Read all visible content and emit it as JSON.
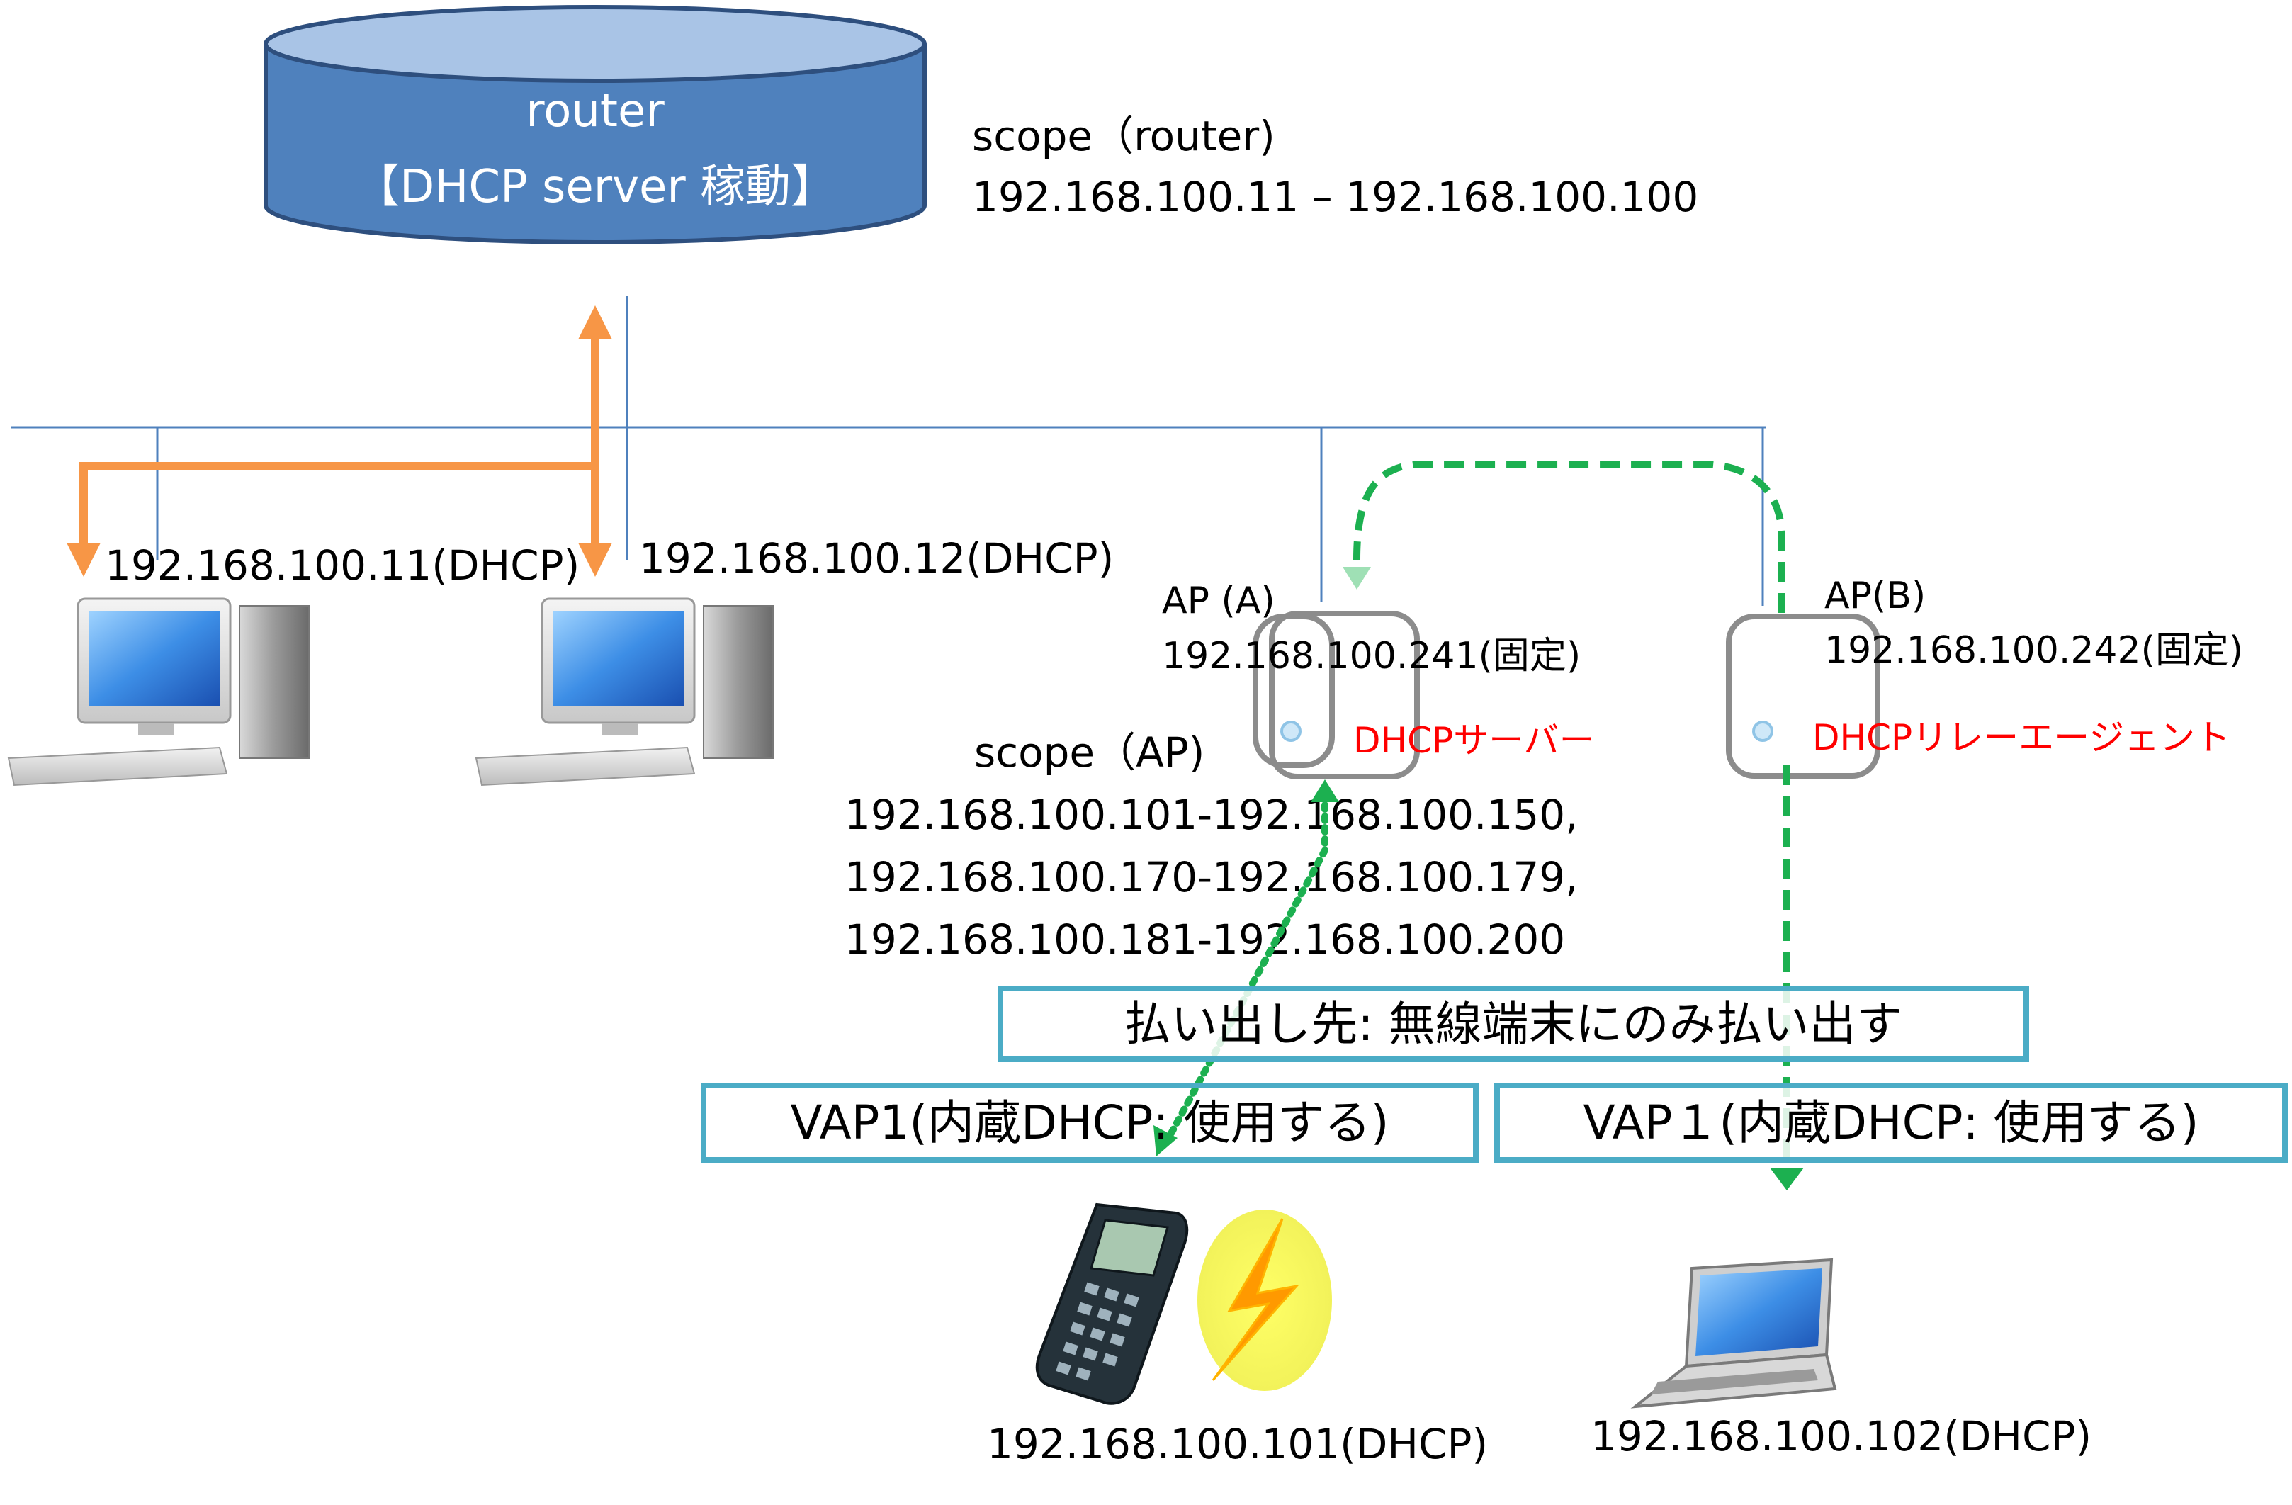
{
  "router": {
    "line1": "router",
    "line2": "【DHCP server 稼動】"
  },
  "router_scope": {
    "title": "scope（router)",
    "range": "192.168.100.11 – 192.168.100.100"
  },
  "pc1": {
    "ip": "192.168.100.11(DHCP)"
  },
  "pc2": {
    "ip": "192.168.100.12(DHCP)"
  },
  "ap_a": {
    "name": "AP (A)",
    "ip": "192.168.100.241(固定)",
    "role": "DHCPサーバー"
  },
  "ap_b": {
    "name": "AP(B)",
    "ip": "192.168.100.242(固定)",
    "role": "DHCPリレーエージェント"
  },
  "ap_scope": {
    "title": "scope（AP)",
    "range1": "192.168.100.101-192.168.100.150,",
    "range2": "192.168.100.170-192.168.100.179,",
    "range3": "192.168.100.181-192.168.100.200"
  },
  "payout_box": {
    "label": "払い出し先: 無線端末にのみ払い出す"
  },
  "vap_a": {
    "label": "VAP1(内蔵DHCP: 使用する)"
  },
  "vap_b": {
    "label": "VAP１(内蔵DHCP: 使用する)"
  },
  "handheld": {
    "ip": "192.168.100.101(DHCP)"
  },
  "laptop": {
    "ip": "192.168.100.102(DHCP)"
  },
  "colors": {
    "router_fill": "#4F81BD",
    "router_stroke": "#2E4F7E",
    "network_line": "#4F81BD",
    "orange_arrow": "#F79646",
    "green_arrow": "#1CB050",
    "role_red": "#FF0000",
    "box_border": "#4BACC6"
  }
}
